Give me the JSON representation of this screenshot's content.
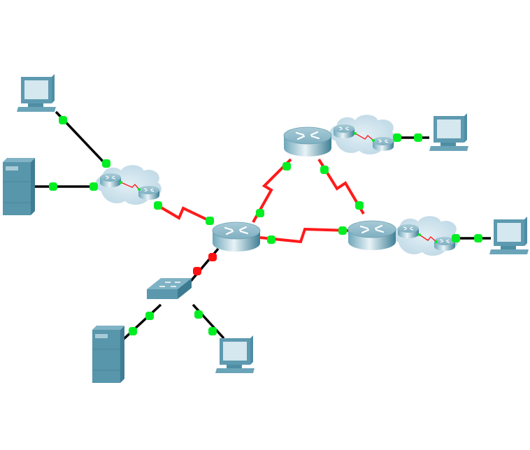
{
  "diagram": {
    "type": "network-topology",
    "colors": {
      "serial_link": "#ff1a1a",
      "ethernet_link": "#000000",
      "port_up": "#00ee22",
      "port_down": "#ff1010",
      "device_body": "#5a97ad",
      "device_light": "#cfe4ee",
      "cloud": "#cfe3ee"
    },
    "devices": [
      {
        "id": "pc-top-left",
        "kind": "pc"
      },
      {
        "id": "server-left",
        "kind": "server"
      },
      {
        "id": "cloud-left",
        "kind": "cloud"
      },
      {
        "id": "router-center",
        "kind": "router"
      },
      {
        "id": "router-top",
        "kind": "router"
      },
      {
        "id": "router-right",
        "kind": "router"
      },
      {
        "id": "cloud-top-right",
        "kind": "cloud"
      },
      {
        "id": "cloud-right",
        "kind": "cloud"
      },
      {
        "id": "pc-top-right",
        "kind": "pc"
      },
      {
        "id": "pc-right",
        "kind": "pc"
      },
      {
        "id": "switch",
        "kind": "switch"
      },
      {
        "id": "server-bottom",
        "kind": "server"
      },
      {
        "id": "pc-bottom",
        "kind": "pc"
      }
    ],
    "links": [
      {
        "from": "pc-top-left",
        "to": "cloud-left",
        "type": "ethernet",
        "status": "up"
      },
      {
        "from": "server-left",
        "to": "cloud-left",
        "type": "ethernet",
        "status": "up"
      },
      {
        "from": "cloud-left",
        "to": "router-center",
        "type": "serial",
        "status": "up"
      },
      {
        "from": "router-center",
        "to": "router-top",
        "type": "serial",
        "status": "up"
      },
      {
        "from": "router-top",
        "to": "router-right",
        "type": "serial",
        "status": "up"
      },
      {
        "from": "router-center",
        "to": "router-right",
        "type": "serial",
        "status": "up"
      },
      {
        "from": "cloud-top-right",
        "to": "pc-top-right",
        "type": "ethernet",
        "status": "up"
      },
      {
        "from": "cloud-right",
        "to": "pc-right",
        "type": "ethernet",
        "status": "up"
      },
      {
        "from": "router-center",
        "to": "switch",
        "type": "ethernet",
        "status": "down"
      },
      {
        "from": "switch",
        "to": "server-bottom",
        "type": "ethernet",
        "status": "up"
      },
      {
        "from": "switch",
        "to": "pc-bottom",
        "type": "ethernet",
        "status": "up"
      }
    ]
  }
}
